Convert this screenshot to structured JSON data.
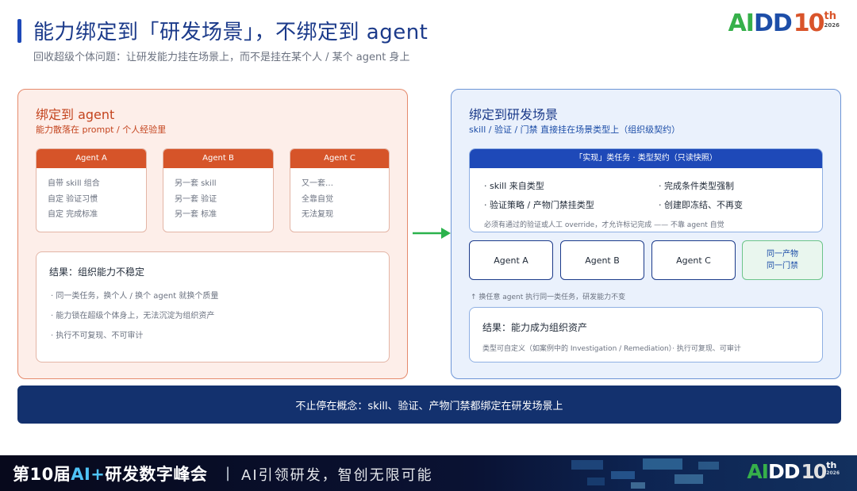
{
  "header": {
    "title": "能力绑定到「研发场景」，不绑定到 agent",
    "subtitle": "回收超级个体问题：让研发能力挂在场景上，而不是挂在某个人 / 某个 agent 身上",
    "logo": {
      "ai": "AI",
      "dd": "DD",
      "ten": "10",
      "th": "th",
      "year": "2026"
    }
  },
  "left": {
    "title": "绑定到 agent",
    "subtitle": "能力散落在 prompt / 个人经验里",
    "agents": [
      {
        "name": "Agent A",
        "lines": [
          "自带 skill 组合",
          "自定 验证习惯",
          "自定 完成标准"
        ]
      },
      {
        "name": "Agent B",
        "lines": [
          "另一套 skill",
          "另一套 验证",
          "另一套 标准"
        ]
      },
      {
        "name": "Agent C",
        "lines": [
          "又一套…",
          "全靠自觉",
          "无法复现"
        ]
      }
    ],
    "result": {
      "title": "结果：组织能力不稳定",
      "items": [
        "· 同一类任务，换个人 / 换个 agent 就换个质量",
        "· 能力锁在超级个体身上，无法沉淀为组织资产",
        "· 执行不可复现、不可审计"
      ]
    }
  },
  "right": {
    "title": "绑定到研发场景",
    "subtitle": "skill / 验证 / 门禁 直接挂在场景类型上（组织级契约）",
    "contract": {
      "header": "「实现」类任务 · 类型契约（只读快照）",
      "items": [
        "· skill 来自类型",
        "· 完成条件类型强制",
        "· 验证策略 / 产物门禁挂类型",
        "· 创建即冻结、不再变"
      ],
      "note": "必须有通过的验证或人工 override，才允许标记完成 —— 不靠 agent 自觉"
    },
    "agents": [
      "Agent A",
      "Agent B",
      "Agent C"
    ],
    "same": {
      "line1": "同一产物",
      "line2": "同一门禁"
    },
    "swap_note": "↑ 换任意 agent 执行同一类任务，研发能力不变",
    "result": {
      "title": "结果：能力成为组织资产",
      "desc": "类型可自定义（如案例中的 Investigation / Remediation）· 执行可复现、可审计"
    }
  },
  "banner": "不止停在概念：skill、验证、产物门禁都绑定在研发场景上",
  "footer": {
    "conf_prefix": "第10届",
    "conf_accent": "AI+",
    "conf_suffix": "研发数字峰会",
    "separator": "|",
    "slogan": "AI引领研发，智创无限可能"
  },
  "colors": {
    "left_accent": "#d65429",
    "right_accent": "#1e49b8",
    "arrow": "#2bb24c",
    "banner": "#13316e"
  }
}
